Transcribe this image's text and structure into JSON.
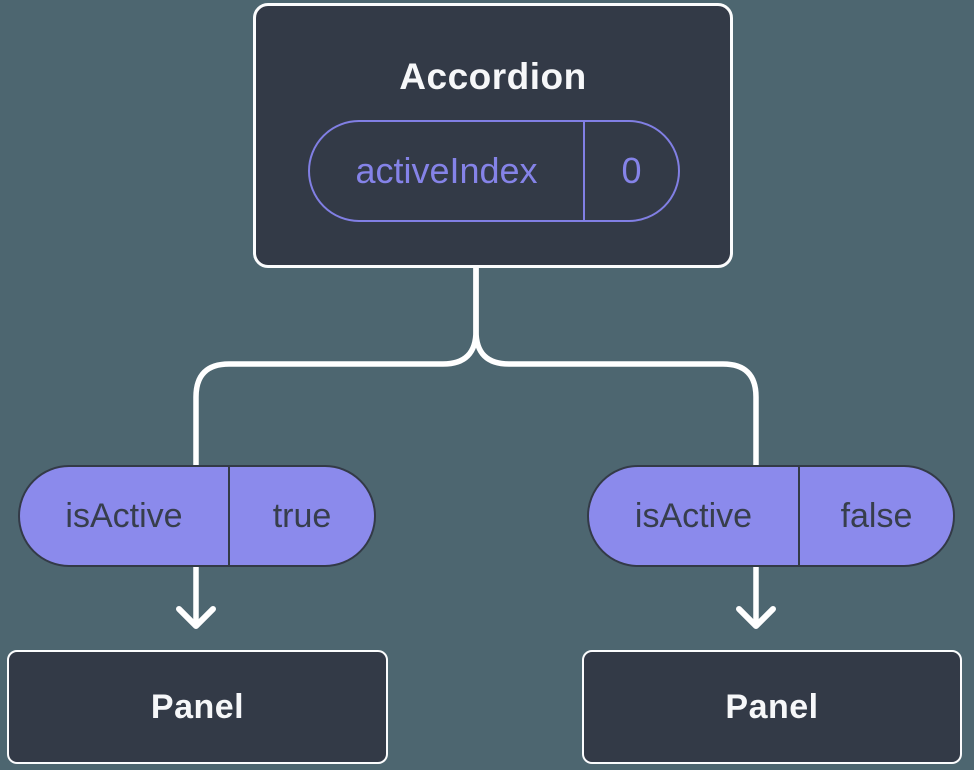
{
  "diagram": {
    "root": {
      "title": "Accordion",
      "prop": {
        "name": "activeIndex",
        "value": "0"
      }
    },
    "children": [
      {
        "prop": {
          "name": "isActive",
          "value": "true"
        },
        "node_label": "Panel"
      },
      {
        "prop": {
          "name": "isActive",
          "value": "false"
        },
        "node_label": "Panel"
      }
    ]
  },
  "colors": {
    "background": "#4d6670",
    "node_fill": "#333a47",
    "node_border": "#fbfcfd",
    "accent_purple": "#817fe4",
    "pill_fill": "#8b8aec",
    "pill_text": "#373e4c",
    "connector": "#ffffff"
  }
}
